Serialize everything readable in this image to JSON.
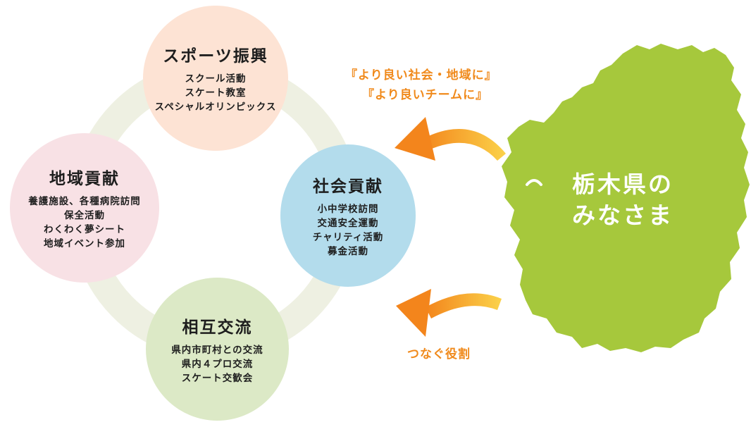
{
  "circles": {
    "sports": {
      "title": "スポーツ振興",
      "items": [
        "スクール活動",
        "スケート教室",
        "スペシャルオリンピックス"
      ],
      "color": "#fde3d4"
    },
    "social": {
      "title": "社会貢献",
      "items": [
        "小中学校訪問",
        "交通安全運動",
        "チャリティ活動",
        "募金活動"
      ],
      "color": "#b3dcec"
    },
    "regional": {
      "title": "地域貢献",
      "items": [
        "養護施設、各種病院訪問",
        "保全活動",
        "わくわく夢シート",
        "地域イベント参加"
      ],
      "color": "#f8e1e5"
    },
    "exchange": {
      "title": "相互交流",
      "items": [
        "県内市町村との交流",
        "県内４プロ交流",
        "スケート交歓会"
      ],
      "color": "#dce9c6"
    }
  },
  "slogans": [
    "『より良い社会・地域に』",
    "『より良いチームに』"
  ],
  "connect_label": "つなぐ役割",
  "prefecture": {
    "lines": [
      "栃木県の",
      "みなさま"
    ],
    "color": "#a6c83c"
  },
  "colors": {
    "ring": "#eef0e2",
    "arrow": "#f39a1f",
    "slogan_text": "#f08a1c"
  },
  "icons": [
    "curved-arrow-icon",
    "curved-arrow-icon"
  ]
}
